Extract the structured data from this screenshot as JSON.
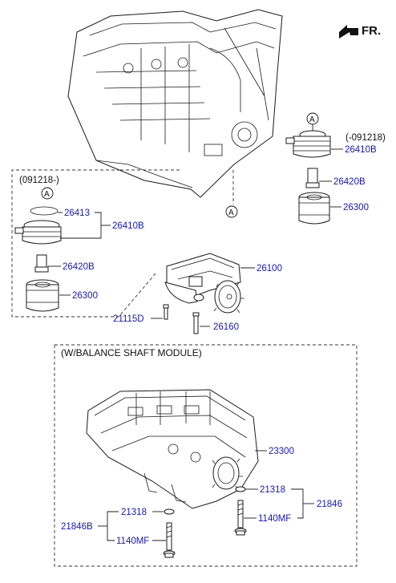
{
  "fr_label": "FR.",
  "callout_letter": "A",
  "upper_right": {
    "date_note": "(-091218)",
    "labels": {
      "cooler": "26410B",
      "bolt": "26420B",
      "filter": "26300"
    }
  },
  "left_box": {
    "date_note": "(091218-)",
    "labels": {
      "gasket": "26413",
      "cooler": "26410B",
      "bolt": "26420B",
      "filter": "26300"
    }
  },
  "pump": {
    "labels": {
      "pump": "26100",
      "bolt_a": "21115D",
      "bolt_b": "26160"
    }
  },
  "balance_box": {
    "title": "(W/BALANCE SHAFT MODULE)",
    "labels": {
      "module": "23300",
      "washer_right": "21318",
      "set_right": "21846",
      "bolt_right": "1140MF",
      "washer_left": "21318",
      "set_left": "21846B",
      "bolt_left": "1140MF"
    }
  }
}
